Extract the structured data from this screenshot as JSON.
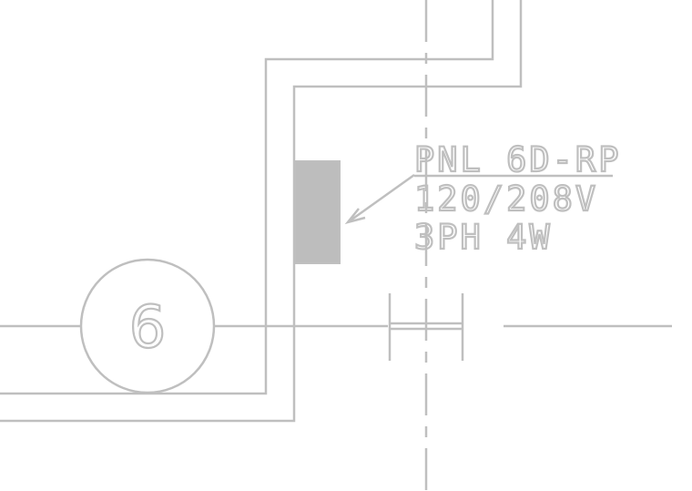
{
  "drawing": {
    "line_color": "#bfbfbf",
    "panel_fill": "#bdbdbd",
    "background": "#ffffff",
    "panel_label": {
      "line1": "PNL 6D-RP",
      "line2": "120/208V",
      "line3": "3PH 4W"
    },
    "grid_bubble": {
      "label": "6"
    }
  }
}
